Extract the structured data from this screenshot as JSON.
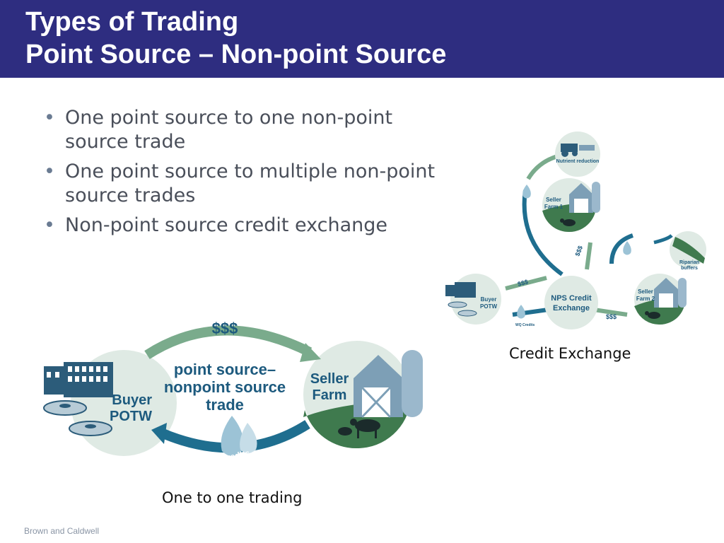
{
  "header": {
    "title_line1": "Types of Trading",
    "title_line2": "Point Source – Non-point Source"
  },
  "bullets": [
    "One point source to one non-point source trade",
    "One point source to multiple non-point source trades",
    "Non-point source credit exchange"
  ],
  "left_diagram": {
    "buyer_label_1": "Buyer",
    "buyer_label_2": "POTW",
    "seller_label_1": "Seller",
    "seller_label_2": "Farm",
    "center_line1": "point source–",
    "center_line2": "nonpoint source",
    "center_line3": "trade",
    "money_label": "$$$",
    "credits_label": "WQ Credits",
    "caption": "One to one trading"
  },
  "right_diagram": {
    "nutrient_reduction": "Nutrient reduction",
    "seller_farm1_1": "Seller",
    "seller_farm1_2": "Farm 1",
    "seller_farm2_1": "Seller",
    "seller_farm2_2": "Farm 2",
    "buyer_1": "Buyer",
    "buyer_2": "POTW",
    "exchange_1": "NPS Credit",
    "exchange_2": "Exchange",
    "riparian_1": "Riparian",
    "riparian_2": "buffers",
    "money_a": "$$$",
    "money_b": "$$$",
    "money_c": "$$$",
    "wq_credits": "WQ Credits",
    "caption": "Credit Exchange"
  },
  "footer": "Brown and Caldwell",
  "colors": {
    "header_bg": "#2e2d80",
    "arrow_green": "#7aab8c",
    "arrow_teal": "#1f6e8f",
    "circle_light": "#dfeae4",
    "label_blue": "#1d5a7e"
  }
}
